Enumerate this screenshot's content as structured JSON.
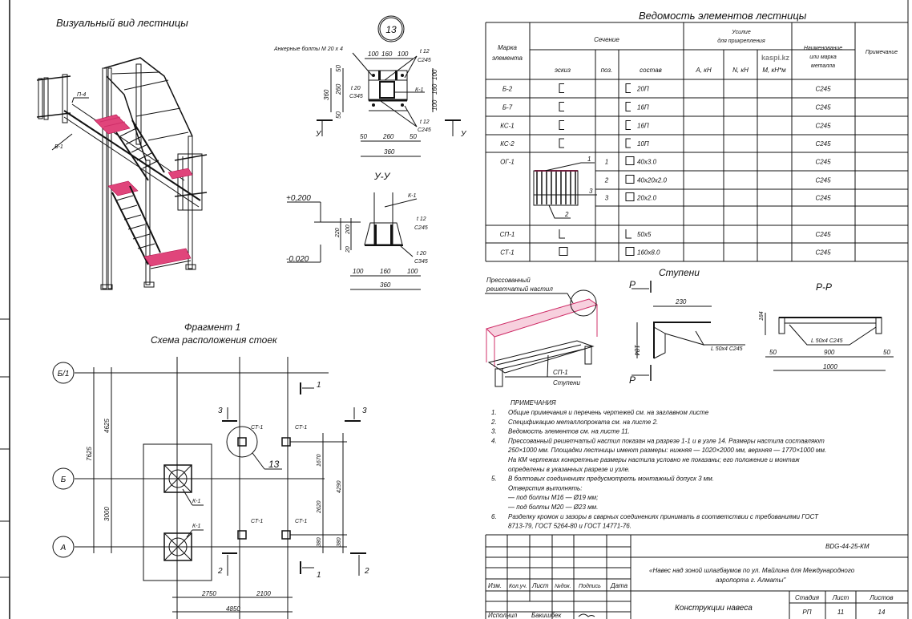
{
  "visual_view": {
    "title": "Визуальный вид лестницы",
    "label_p4": "П-4",
    "label_b1": "Б-1"
  },
  "node13": {
    "marker": "13",
    "anchor_bolts": "Анкерные болты М 20 х 4",
    "plate_t12": "t 12",
    "steel_c245": "С245",
    "plate_t20": "t 20",
    "steel_c345": "С345",
    "k1": "К-1",
    "section_mark": "У",
    "dims_top": [
      "100",
      "160",
      "100"
    ],
    "dims_left": [
      "50",
      "260",
      "50",
      "360"
    ],
    "dims_right": [
      "100",
      "160",
      "100"
    ],
    "dims_bottom": [
      "50",
      "260",
      "50"
    ],
    "dim_total": "360"
  },
  "section_yy": {
    "title": "У-У",
    "level_top": "+0,200",
    "level_bottom": "-0.020",
    "k1": "К-1",
    "plate_t12": "t 12",
    "steel_c245": "С245",
    "plate_t20": "t 20",
    "steel_c345": "С345",
    "dims_vert": [
      "220",
      "200",
      "20"
    ],
    "dims_bottom": [
      "100",
      "160",
      "100"
    ],
    "dim_total": "360"
  },
  "table": {
    "title": "Ведомость элементов лестницы",
    "headers": {
      "mark": "Марка элемента",
      "mark2": "элемента",
      "mark1": "Марка",
      "section": "Сечение",
      "sketch": "эскиз",
      "pos": "поз.",
      "composition": "состав",
      "force1": "Усилие",
      "force2": "для прикрепления",
      "a": "А, кН",
      "n": "N, кН",
      "m": "М, кН*м",
      "material1": "Наименование",
      "material2": "или марка",
      "material3": "металла",
      "note": "Примечание"
    },
    "rows": [
      {
        "mark": "Б-2",
        "sketch": "channel",
        "pos": "",
        "composition": "20П",
        "material": "С245"
      },
      {
        "mark": "Б-7",
        "sketch": "channel",
        "pos": "",
        "composition": "16П",
        "material": "С245"
      },
      {
        "mark": "КС-1",
        "sketch": "channel",
        "pos": "",
        "composition": "16П",
        "material": "С245"
      },
      {
        "mark": "КС-2",
        "sketch": "channel",
        "pos": "",
        "composition": "10П",
        "material": "С245"
      },
      {
        "mark": "ОГ-1",
        "sketch": "railing",
        "pos": "1",
        "composition": "40х3.0",
        "material": "С245"
      },
      {
        "mark": "",
        "sketch": "",
        "pos": "2",
        "composition": "40х20х2.0",
        "material": "С245"
      },
      {
        "mark": "",
        "sketch": "",
        "pos": "3",
        "composition": "20х2.0",
        "material": "С245"
      },
      {
        "mark": "",
        "sketch": "",
        "pos": "",
        "composition": "",
        "material": ""
      },
      {
        "mark": "СП-1",
        "sketch": "angle",
        "pos": "",
        "composition": "50х5",
        "material": "С245"
      },
      {
        "mark": "СТ-1",
        "sketch": "box",
        "pos": "",
        "composition": "160х8.0",
        "material": "С245"
      }
    ],
    "railing_callouts": [
      "1",
      "2",
      "3"
    ]
  },
  "watermark": {
    "text": "kaspi.kz",
    "color": "#8a8a8a"
  },
  "steps": {
    "grating_label1": "Прессованный",
    "grating_label2": "решетчатый настил",
    "sp1": "СП-1",
    "steps_label": "Ступени",
    "title": "Ступени",
    "section_mark": "Р",
    "section_title": "Р-Р",
    "dim_230": "230",
    "dim_184": "184",
    "angle_label": "L 50х4 С245",
    "dims_pp": [
      "50",
      "900",
      "50"
    ],
    "dim_pp_total": "1000",
    "dim_pp_h": "184"
  },
  "fragment": {
    "title1": "Фрагмент 1",
    "title2": "Схема расположения стоек",
    "axes": [
      "Б/1",
      "Б",
      "А"
    ],
    "dims_left": [
      "7625",
      "4625",
      "3000"
    ],
    "dims_right": [
      "1670",
      "2620",
      "380",
      "4290",
      "380"
    ],
    "dims_bottom": [
      "2750",
      "2100",
      "4850"
    ],
    "k1": "К-1",
    "ct1": "СТ-1",
    "node": "13",
    "cuts": [
      "1",
      "2",
      "3"
    ]
  },
  "notes": {
    "title": "ПРИМЕЧАНИЯ",
    "items": [
      {
        "num": "1.",
        "lines": [
          "Общие примечания и перечень чертежей см. на заглавном листе"
        ]
      },
      {
        "num": "2.",
        "lines": [
          "Спецификацию металлопроката см. на листе 2."
        ]
      },
      {
        "num": "3.",
        "lines": [
          "Ведомость элементов см. на листе 11."
        ]
      },
      {
        "num": "4.",
        "lines": [
          "Прессованный решетчатый настил показан на разрезе 1-1 и в узле 14. Размеры настила составляют",
          "250×1000 мм. Площадки лестницы имеют размеры: нижняя — 1020×2000 мм, верхняя — 1770×1000 мм.",
          "На КМ чертежах конкретные размеры настила условно не показаны; его положение и монтаж",
          "определены в указанных разрезе и узле."
        ]
      },
      {
        "num": "5.",
        "lines": [
          "В болтовых соединениях предусмотреть монтажный допуск 3 мм.",
          "Отверстия выполнять:",
          "— под болты М16 — Ø19 мм;",
          "— под болты М20 — Ø23 мм."
        ]
      },
      {
        "num": "6.",
        "lines": [
          "Разделку кромок и зазоры в сварных соединениях принимать в соответствии с требованиями ГОСТ",
          "8713-79, ГОСТ 5264-80 и ГОСТ 14771-76."
        ]
      }
    ]
  },
  "title_block": {
    "code": "BDG-44-25-КМ",
    "project1": "«Навес над зоной шлагбаумов по ул. Майлина для Международного",
    "project2": "аэропорта г. Алматы\"",
    "cols": [
      "Изм.",
      "Кол.уч.",
      "Лист",
      "№док.",
      "Подпись",
      "Дата"
    ],
    "sheet_name": "Конструкции навеса",
    "stage_label": "Стадия",
    "sheet_label": "Лист",
    "sheets_label": "Листов",
    "stage": "РП",
    "sheet": "11",
    "sheets": "14",
    "role": "Исполнил",
    "person": "Бакишбек"
  }
}
